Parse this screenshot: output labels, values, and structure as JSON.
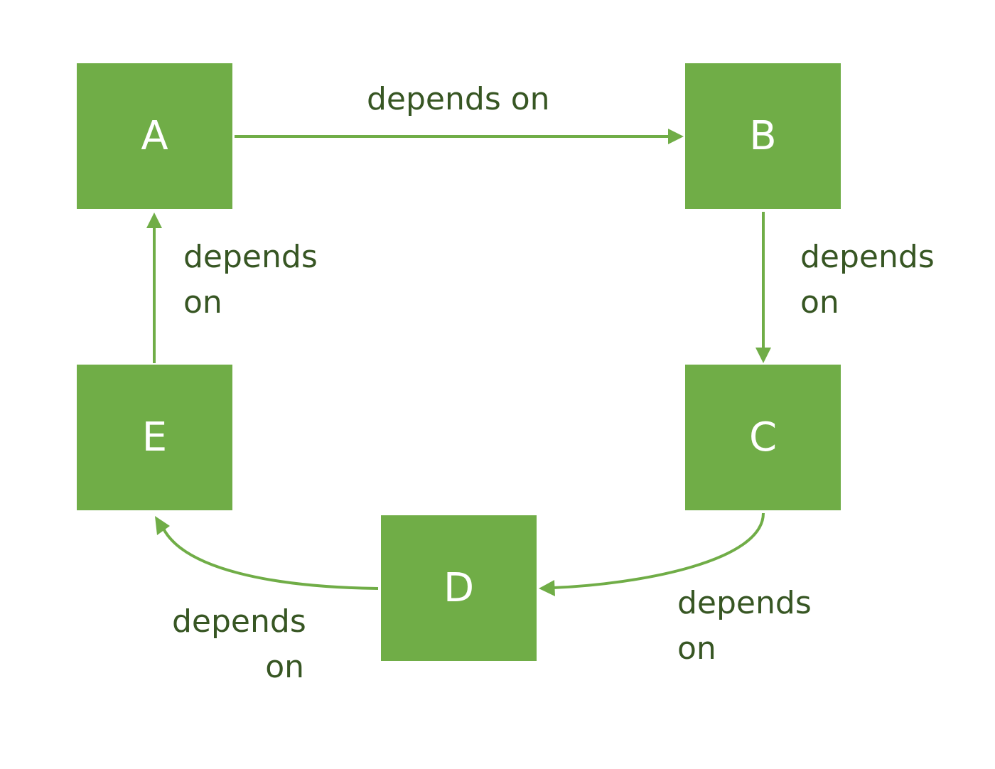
{
  "colors": {
    "node_fill": "#70ad47",
    "node_text": "#ffffff",
    "edge_stroke": "#70ad47",
    "label_text": "#375623"
  },
  "nodes": [
    {
      "id": "A",
      "label": "A"
    },
    {
      "id": "B",
      "label": "B"
    },
    {
      "id": "C",
      "label": "C"
    },
    {
      "id": "D",
      "label": "D"
    },
    {
      "id": "E",
      "label": "E"
    }
  ],
  "edges": [
    {
      "from": "A",
      "to": "B",
      "label_lines": [
        "depends on"
      ]
    },
    {
      "from": "B",
      "to": "C",
      "label_lines": [
        "depends",
        "on"
      ]
    },
    {
      "from": "C",
      "to": "D",
      "label_lines": [
        "depends",
        "on"
      ]
    },
    {
      "from": "D",
      "to": "E",
      "label_lines": [
        "depends",
        "on"
      ]
    },
    {
      "from": "E",
      "to": "A",
      "label_lines": [
        "depends",
        "on"
      ]
    }
  ]
}
